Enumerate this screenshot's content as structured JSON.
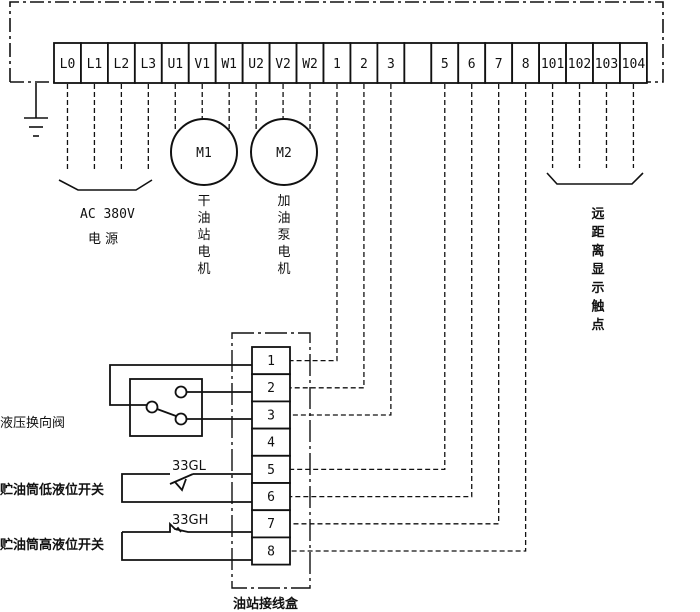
{
  "diagram": {
    "type": "wiring-diagram",
    "colors": {
      "line": "#111111",
      "background": "#ffffff"
    },
    "terminal_strip": {
      "terminals": [
        "L0",
        "L1",
        "L2",
        "L3",
        "U1",
        "V1",
        "W1",
        "U2",
        "V2",
        "W2",
        "1",
        "2",
        "3",
        "",
        "5",
        "6",
        "7",
        "8",
        "101",
        "102",
        "103",
        "104"
      ]
    },
    "ground_symbol": "ground-icon",
    "power_supply": {
      "label_line1": "AC 380V",
      "label_line2": "电 源",
      "terminals": [
        "L0",
        "L1",
        "L2",
        "L3"
      ]
    },
    "motors": [
      {
        "id": "M1",
        "label": "M1",
        "caption": "干油站电机",
        "terminals": [
          "U1",
          "V1",
          "W1"
        ]
      },
      {
        "id": "M2",
        "label": "M2",
        "caption": "加油泵电机",
        "terminals": [
          "U2",
          "V2",
          "W2"
        ]
      }
    ],
    "remote_display": {
      "caption": "远距离显示触点",
      "terminals": [
        "101",
        "102",
        "103",
        "104"
      ]
    },
    "junction_box": {
      "caption": "油站接线盒",
      "terminals": [
        "1",
        "2",
        "3",
        "4",
        "5",
        "6",
        "7",
        "8"
      ]
    },
    "devices": [
      {
        "id": "valve",
        "label": "液压换向阀",
        "connects": [
          "1",
          "2",
          "3"
        ]
      },
      {
        "id": "low-level-switch",
        "tag": "33GL",
        "label": "贮油筒低液位开关",
        "connects": [
          "5",
          "6"
        ]
      },
      {
        "id": "high-level-switch",
        "tag": "33GH",
        "label": "贮油筒高液位开关",
        "connects": [
          "7",
          "8"
        ]
      }
    ]
  }
}
